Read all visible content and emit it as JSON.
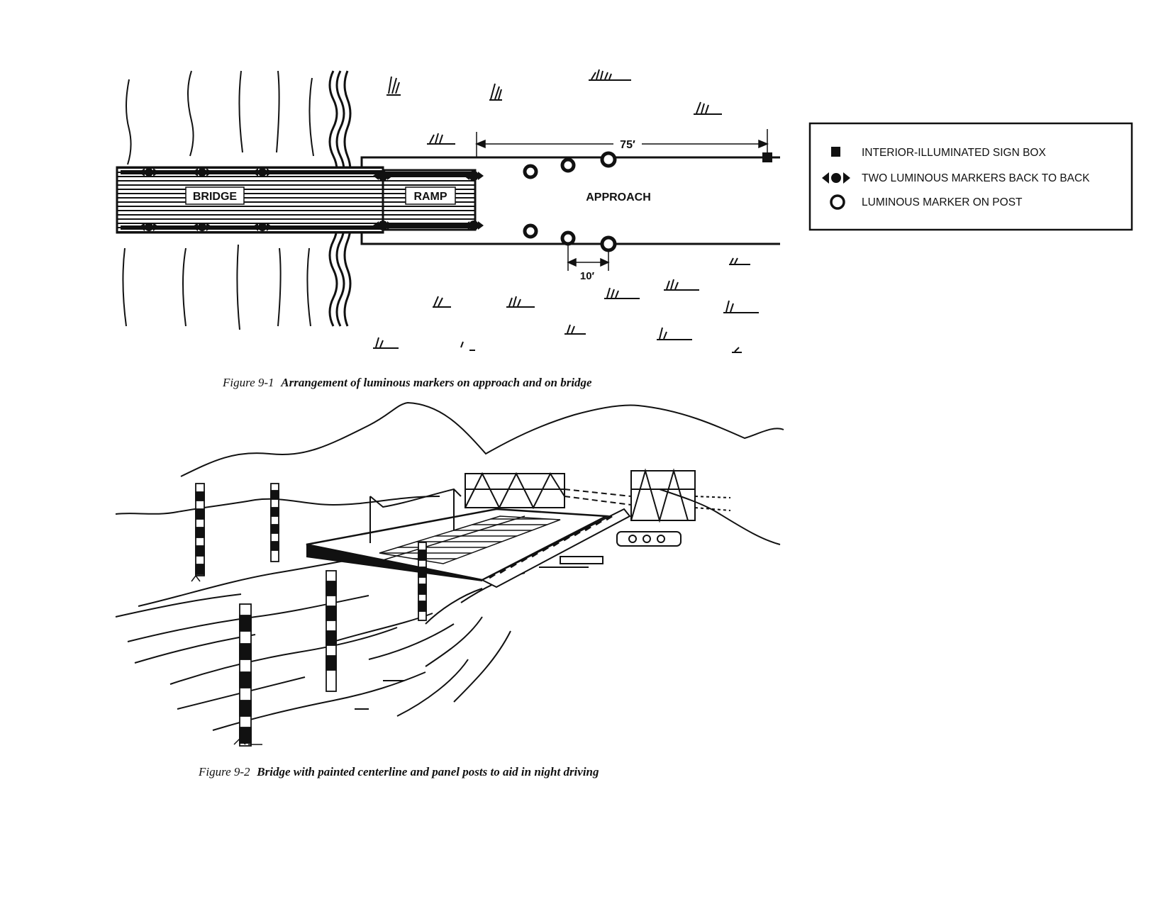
{
  "figure1": {
    "labels": {
      "bridge": "BRIDGE",
      "ramp": "RAMP",
      "approach": "APPROACH"
    },
    "dimensions": {
      "spacing_75": "75′",
      "spacing_10": "10′"
    },
    "caption_number": "Figure 9-1",
    "caption_text": "Arrangement of luminous markers on approach and on bridge"
  },
  "legend": {
    "items": [
      {
        "icon": "square-sign-box-icon",
        "label": "INTERIOR-ILLUMINATED SIGN BOX"
      },
      {
        "icon": "double-marker-icon",
        "label": "TWO LUMINOUS MARKERS BACK TO BACK"
      },
      {
        "icon": "ring-marker-icon",
        "label": "LUMINOUS MARKER ON POST"
      }
    ]
  },
  "figure2": {
    "caption_number": "Figure 9-2",
    "caption_text": "Bridge with painted centerline and panel posts to aid in night driving"
  }
}
